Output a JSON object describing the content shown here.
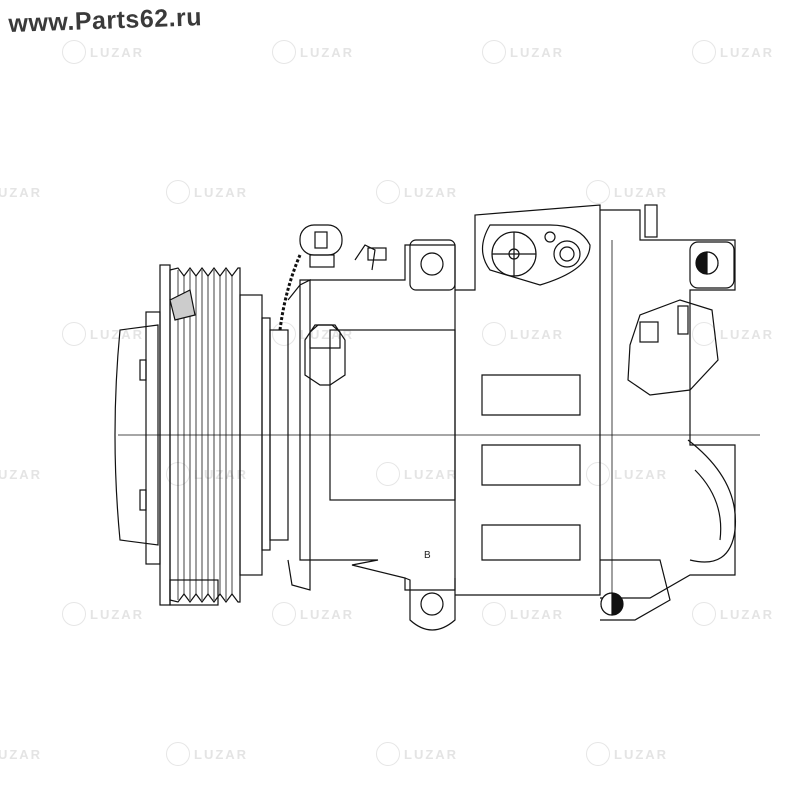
{
  "header": {
    "site_url": "www.Parts62.ru"
  },
  "watermark": {
    "brand": "LUZAR",
    "logo_icon": "luzar-logo-icon"
  },
  "drawing": {
    "subject": "ac-compressor",
    "marking_label": "B",
    "line_color": "#111111"
  }
}
